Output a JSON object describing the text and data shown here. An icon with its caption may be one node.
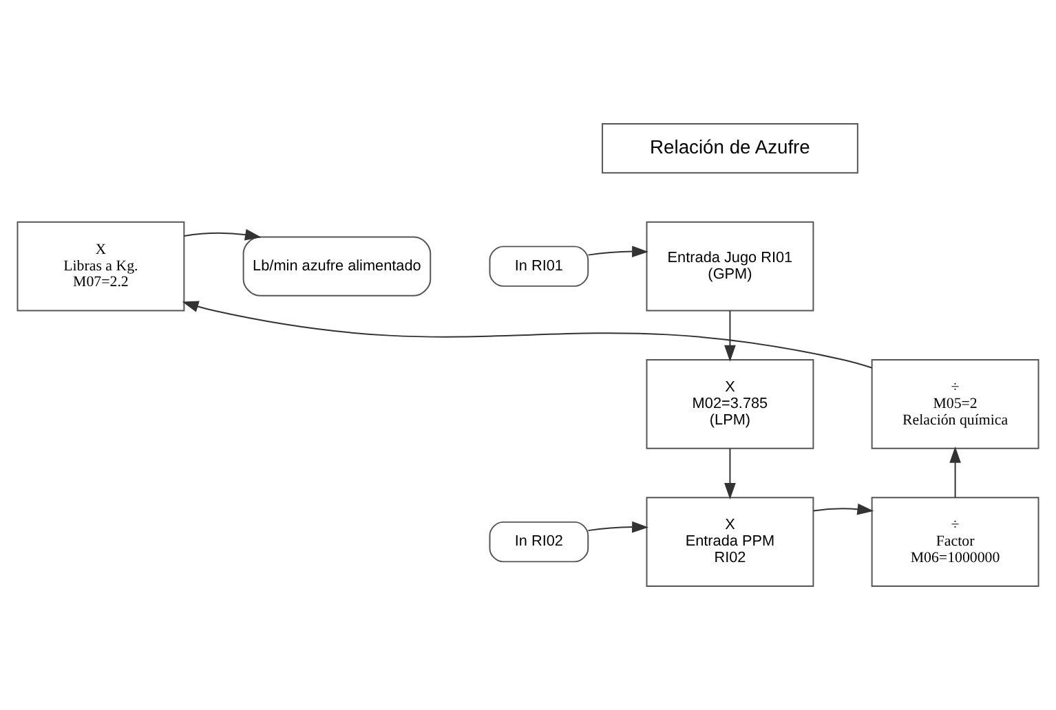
{
  "diagram": {
    "nodes": [
      {
        "text": [
          "Relación de Azufre"
        ]
      },
      {
        "text": [
          "In RI01"
        ]
      },
      {
        "text": [
          "Entrada Jugo RI01",
          "(GPM)"
        ]
      },
      {
        "text": [
          "X",
          "Libras a Kg.",
          "M07=2.2"
        ]
      },
      {
        "text": [
          "Lb/min azufre alimentado"
        ]
      },
      {
        "text": [
          "X",
          "M02=3.785",
          "(LPM)"
        ]
      },
      {
        "text": [
          "÷",
          "M05=2",
          "Relación química"
        ]
      },
      {
        "text": [
          "In RI02"
        ]
      },
      {
        "text": [
          "X",
          "Entrada PPM",
          "RI02"
        ]
      },
      {
        "text": [
          "÷",
          "Factor",
          "M06=1000000"
        ]
      }
    ],
    "edges": [
      {
        "from": 1,
        "to": 2,
        "arrow": "to"
      },
      {
        "from": 2,
        "to": 5,
        "arrow": "to"
      },
      {
        "from": 5,
        "to": 8,
        "arrow": "to"
      },
      {
        "from": 7,
        "to": 8,
        "arrow": "to"
      },
      {
        "from": 8,
        "to": 9,
        "arrow": "to"
      },
      {
        "from": 9,
        "to": 6,
        "arrow": "to"
      },
      {
        "from": 6,
        "to": 3,
        "arrow": "to"
      },
      {
        "from": 3,
        "to": 4,
        "arrow": "to"
      }
    ]
  }
}
